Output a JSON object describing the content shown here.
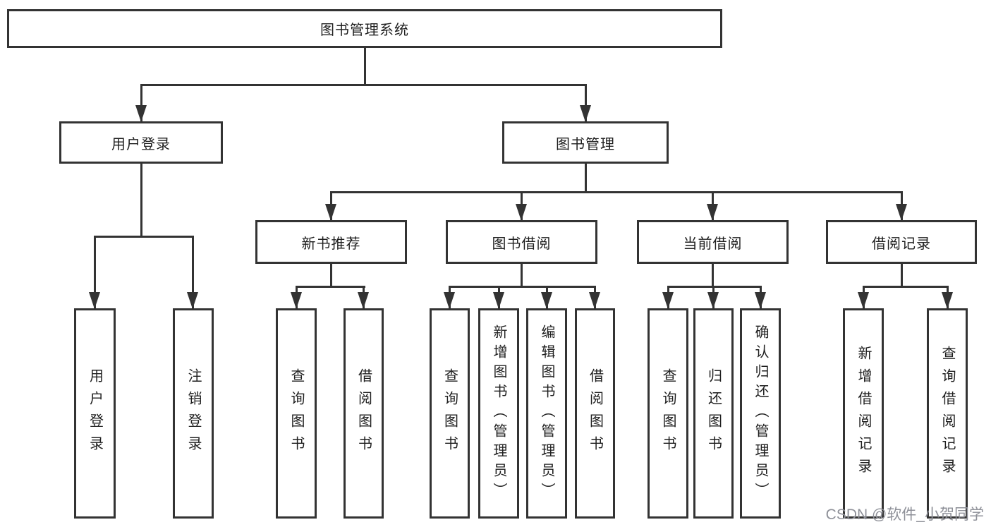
{
  "diagram_type": "hierarchy-tree",
  "tree": {
    "label": "图书管理系统",
    "children": [
      {
        "label": "用户登录",
        "children": [
          {
            "label": "用户登录"
          },
          {
            "label": "注销登录"
          }
        ]
      },
      {
        "label": "图书管理",
        "children": [
          {
            "label": "新书推荐",
            "children": [
              {
                "label": "查询图书"
              },
              {
                "label": "借阅图书"
              }
            ]
          },
          {
            "label": "图书借阅",
            "children": [
              {
                "label": "查询图书"
              },
              {
                "label": "新增图书（管理员）"
              },
              {
                "label": "编辑图书（管理员）"
              },
              {
                "label": "借阅图书"
              }
            ]
          },
          {
            "label": "当前借阅",
            "children": [
              {
                "label": "查询图书"
              },
              {
                "label": "归还图书"
              },
              {
                "label": "确认归还（管理员）"
              }
            ]
          },
          {
            "label": "借阅记录",
            "children": [
              {
                "label": "新增借阅记录"
              },
              {
                "label": "查询借阅记录"
              }
            ]
          }
        ]
      }
    ]
  },
  "watermark": {
    "text": "CSDN @软件_小贺同学"
  },
  "colors": {
    "line": "#333333",
    "text": "#1f1f1f",
    "background": "#ffffff",
    "watermark": "#8e9098"
  }
}
